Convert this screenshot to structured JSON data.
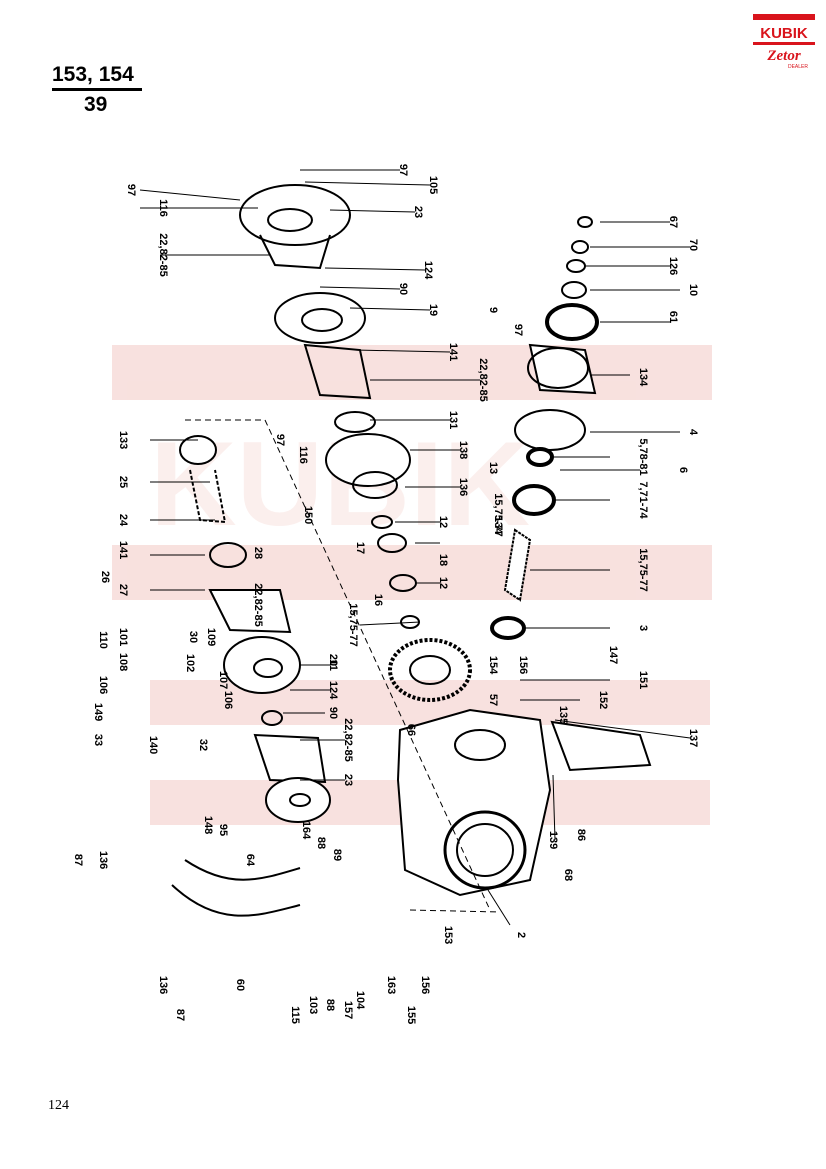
{
  "header": {
    "model_codes": "153, 154",
    "section": "39"
  },
  "brand": {
    "top_text": "KUBIK",
    "script_text": "Zetor",
    "sub_text": "DEALER",
    "color": "#d9141c"
  },
  "watermark": {
    "text": "KUBIK",
    "color": "#f6d0cc"
  },
  "page_number": "124",
  "part_labels": [
    "97",
    "116",
    "22,82-85",
    "97",
    "105",
    "23",
    "124",
    "90",
    "19",
    "141",
    "22,82-85",
    "131",
    "97",
    "116",
    "138",
    "13",
    "136",
    "150",
    "15,75-77",
    "12",
    "17",
    "18",
    "16",
    "12",
    "15,75-77",
    "11",
    "133",
    "25",
    "24",
    "141",
    "26",
    "27",
    "28",
    "22,82-85",
    "110",
    "30",
    "109",
    "101",
    "108",
    "102",
    "106",
    "20",
    "124",
    "106",
    "90",
    "149",
    "33",
    "140",
    "32",
    "22,82-85",
    "66",
    "23",
    "148",
    "95",
    "164",
    "88",
    "89",
    "136",
    "87",
    "64",
    "60",
    "136",
    "87",
    "115",
    "103",
    "88",
    "157",
    "104",
    "163",
    "155",
    "156",
    "153",
    "2",
    "67",
    "70",
    "126",
    "10",
    "9",
    "97",
    "61",
    "134",
    "4",
    "5,78-81",
    "6",
    "7,71-74",
    "134",
    "15,75-77",
    "3",
    "147",
    "154",
    "156",
    "151",
    "57",
    "152",
    "135",
    "137",
    "86",
    "139",
    "68",
    "107",
    "14"
  ]
}
